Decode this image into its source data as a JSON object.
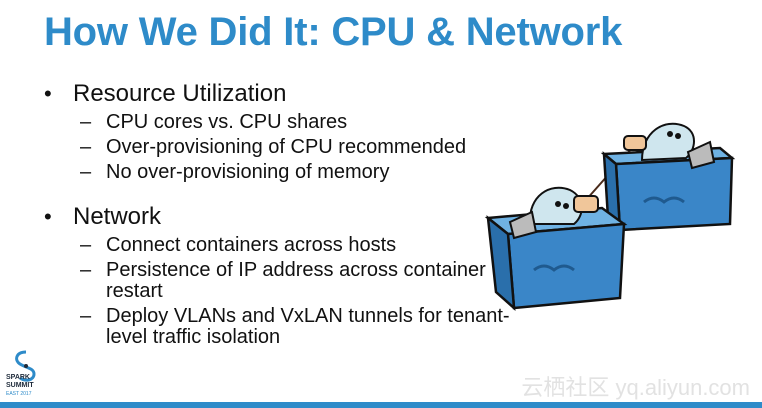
{
  "slide": {
    "title": "How We Did It: CPU & Network",
    "sections": [
      {
        "heading": "Resource Utilization",
        "items": [
          "CPU cores vs. CPU shares",
          "Over-provisioning of CPU recommended",
          "No over-provisioning of memory"
        ]
      },
      {
        "heading": "Network",
        "items": [
          "Connect containers across hosts",
          "Persistence of IP address across container restart",
          "Deploy VLANs and VxLAN tunnels for tenant-level traffic isolation"
        ]
      }
    ]
  },
  "logo": {
    "line1": "SPARK",
    "line2": "SUMMIT",
    "line3": "EAST 2017"
  },
  "watermark": "云栖社区 yq.aliyun.com",
  "colors": {
    "accent": "#2e8bc9",
    "container_blue": "#3a86c8",
    "text": "#111111"
  },
  "illustration": {
    "icon": "docker-containers-tin-can-phone-icon"
  }
}
